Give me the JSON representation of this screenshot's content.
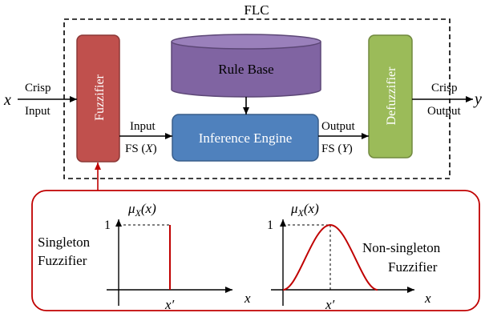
{
  "title": "FLC",
  "blocks": {
    "fuzzifier": "Fuzzifier",
    "rule_base": "Rule Base",
    "inference_engine": "Inference Engine",
    "defuzzifier": "Defuzzifier"
  },
  "signals": {
    "input_var": "x",
    "output_var": "y",
    "crisp_in_top": "Crisp",
    "crisp_in_bottom": "Input",
    "crisp_out_top": "Crisp",
    "crisp_out_bottom": "Output",
    "fs_in_top": "Input",
    "fs_in_bottom": "FS (",
    "fs_in_var": "X",
    "fs_in_close": ")",
    "fs_out_top": "Output",
    "fs_out_bottom": "FS (",
    "fs_out_var": "Y",
    "fs_out_close": ")"
  },
  "detail": {
    "singleton_line1": "Singleton",
    "singleton_line2": "Fuzzifier",
    "nonsingleton_line1": "Non-singleton",
    "nonsingleton_line2": "Fuzzifier",
    "mu_label": "μ",
    "mu_sub": "X",
    "mu_arg": "(x)",
    "one_label": "1",
    "x_prime": "x′",
    "x_axis": "x"
  },
  "colors": {
    "fuzzifier_fill": "#c0504d",
    "fuzzifier_stroke": "#8c3836",
    "rule_base_fill": "#8064a2",
    "rule_base_stroke": "#5c4776",
    "inference_fill": "#4f81bd",
    "inference_stroke": "#385d8a",
    "defuzzifier_fill": "#9bbb59",
    "defuzzifier_stroke": "#71893f",
    "detail_border": "#c00000",
    "curve": "#c00000"
  }
}
